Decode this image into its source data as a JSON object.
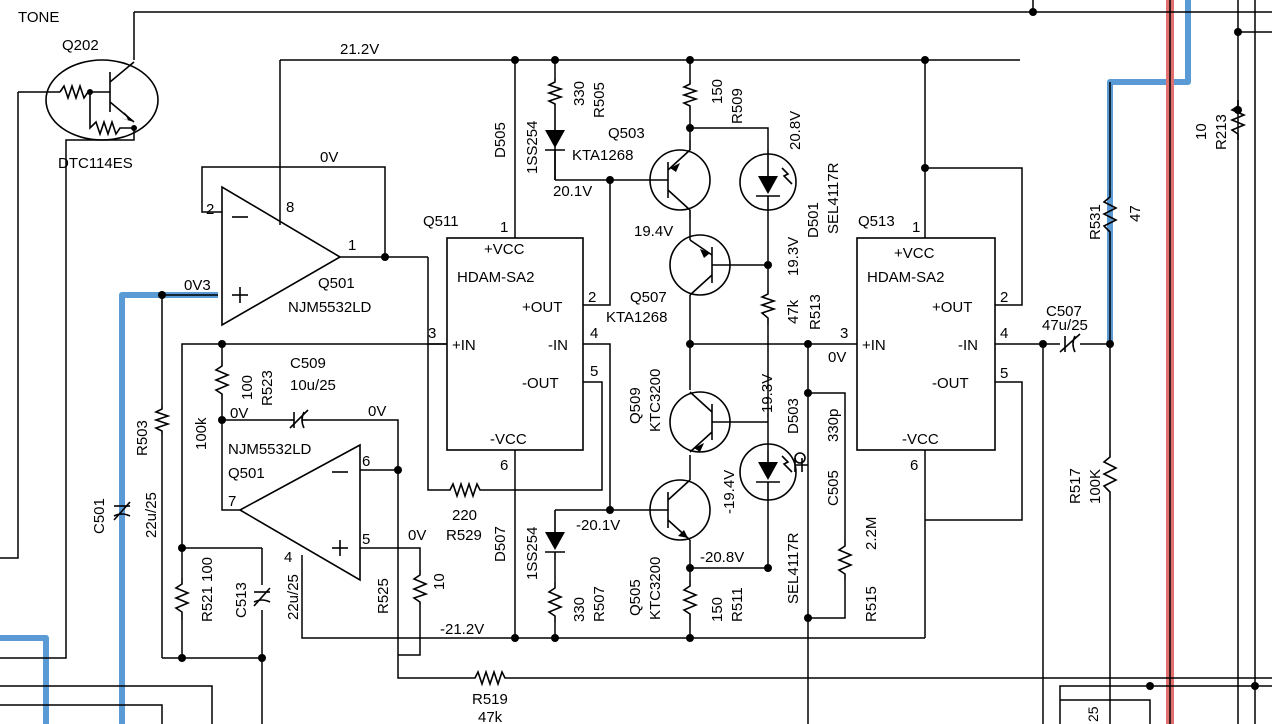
{
  "colors": {
    "wire": "#000000",
    "highlight_blue": "#5b9bd5",
    "highlight_red": "#e07070"
  },
  "labels": {
    "tone": "TONE",
    "q202": "Q202",
    "dtc": "DTC114ES",
    "rail_pos": "21.2V",
    "rail_neg": "-21.2V",
    "zero_v_top": "0V",
    "pin2": "2",
    "pin8": "8",
    "pin1": "1",
    "q501_top": "Q501",
    "njm_top": "NJM5532LD",
    "zero_v3": "0V3",
    "d505": "D505",
    "d505_part": "1SS254",
    "r505_val": "330",
    "r505": "R505",
    "q503": "Q503",
    "kta_top": "KTA1268",
    "v201": "20.1V",
    "r509_val": "150",
    "r509": "R509",
    "v208": "20.8V",
    "d501": "D501",
    "sel_top": "SEL4117R",
    "q511": "Q511",
    "hdam_left": "HDAM-SA2",
    "vcc_left": "+VCC",
    "in_p_left": "+IN",
    "in_m_left": "-IN",
    "out_p_left": "+OUT",
    "out_m_left": "-OUT",
    "vee_left": "-VCC",
    "pin1_l": "1",
    "pin2_l": "2",
    "pin3_l": "3",
    "pin4_l": "4",
    "pin5_l": "5",
    "pin6_l": "6",
    "v194": "19.4V",
    "q507": "Q507",
    "kta_mid": "KTA1268",
    "v193": "19.3V",
    "r513_val": "47k",
    "r513": "R513",
    "q513": "Q513",
    "hdam_right": "HDAM-SA2",
    "vcc_right": "+VCC",
    "in_p_right": "+IN",
    "in_m_right": "-IN",
    "out_p_right": "+OUT",
    "out_m_right": "-OUT",
    "vee_right": "-VCC",
    "pin1_r": "1",
    "pin2_r": "2",
    "pin3_r": "3",
    "pin4_r": "4",
    "pin5_r": "5",
    "pin6_r": "6",
    "zero_v_right": "0V",
    "c507": "C507",
    "c507_val": "47u/25",
    "r531": "R531",
    "r531_val": "47",
    "r213_val": "10",
    "r213": "R213",
    "r503": "R503",
    "r503_val": "100k",
    "c501": "C501",
    "c501_val": "22u/25",
    "r523_val": "100",
    "r523": "R523",
    "c509": "C509",
    "c509_val": "10u/25",
    "zero_v_a": "0V",
    "zero_v_b": "0V",
    "njm_bot": "NJM5532LD",
    "q501_bot": "Q501",
    "pin7": "7",
    "pin6b": "6",
    "pin4b": "4",
    "pin5b": "5",
    "zero_v_c": "0V",
    "r529_val": "220",
    "r529": "R529",
    "q509": "Q509",
    "ktc_mid": "KTC3200",
    "v_m193": "-19.3V",
    "d503": "D503",
    "c505_val": "330p",
    "c505": "C505",
    "sel_bot": "SEL4117R",
    "q505": "Q505",
    "ktc_bot": "KTC3200",
    "v_m194": "-19.4V",
    "v_m201": "-20.1V",
    "v_m208": "-20.8V",
    "d507": "D507",
    "d507_part": "1SS254",
    "r507_val": "330",
    "r507": "R507",
    "r511_val": "150",
    "r511": "R511",
    "r515": "R515",
    "r515_val": "2.2M",
    "r521": "R521",
    "r521_val": "100",
    "c513": "C513",
    "c513_val": "22u/25",
    "r525": "R525",
    "r525_val": "10",
    "r519": "R519",
    "r519_val": "47k",
    "r517": "R517",
    "r517_val": "100K",
    "c_r25": "25"
  }
}
